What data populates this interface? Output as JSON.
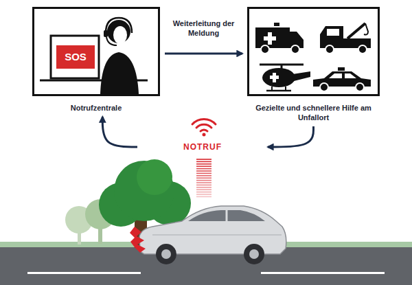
{
  "diagram": {
    "nodes": [
      {
        "text": [
          "Notrufzentrale"
        ]
      },
      {
        "text": [
          "Gezielte und schnellere Hilfe am Unfallort"
        ]
      },
      {
        "text": [
          "NOTRUF"
        ]
      }
    ],
    "edges": [
      {
        "from": 2,
        "to": 0,
        "arrow": "to"
      },
      {
        "from": 0,
        "to": 1,
        "label": "Weiterleitung der Meldung",
        "arrow": "to"
      },
      {
        "from": 1,
        "to": 2,
        "arrow": "to"
      }
    ],
    "labels": [
      "SOS"
    ]
  }
}
